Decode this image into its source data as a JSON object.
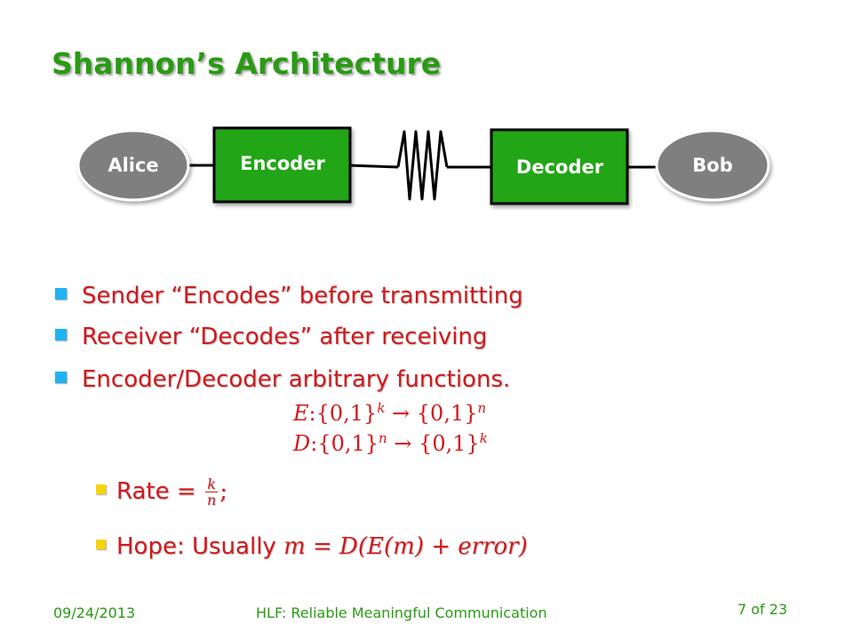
{
  "slide": {
    "title": "Shannon’s Architecture"
  },
  "diagram": {
    "alice": "Alice",
    "encoder": "Encoder",
    "decoder": "Decoder",
    "bob": "Bob",
    "colors": {
      "node": "#7f7f7f",
      "box": "#22a515",
      "line": "#000000"
    }
  },
  "bullets": [
    "Sender “Encodes” before transmitting",
    "Receiver “Decodes” after receiving",
    "Encoder/Decoder arbitrary functions."
  ],
  "formulas": {
    "encode": {
      "func": "E",
      "domain": ":{0,1}",
      "dom_exp": "k",
      "arrow": " → {0,1}",
      "cod_exp": "n"
    },
    "decode": {
      "func": "D",
      "domain": ":{0,1}",
      "dom_exp": "n",
      "arrow": " → {0,1}",
      "cod_exp": "k"
    }
  },
  "sub_bullets": {
    "rate": {
      "label": "Rate = ",
      "num": "k",
      "den": "n",
      "suffix": ";"
    },
    "hope": {
      "label": "Hope: Usually ",
      "formula": "m = D(E(m) + error)"
    }
  },
  "footer": {
    "date": "09/24/2013",
    "center": "HLF: Reliable Meaningful Communication",
    "page": "7 of 23"
  },
  "colors": {
    "title": "#2a9a15",
    "body_text": "#d1191c",
    "bullet_primary": "#1fb3f2",
    "bullet_secondary": "#f4d40b",
    "footer": "#2a9a15"
  }
}
